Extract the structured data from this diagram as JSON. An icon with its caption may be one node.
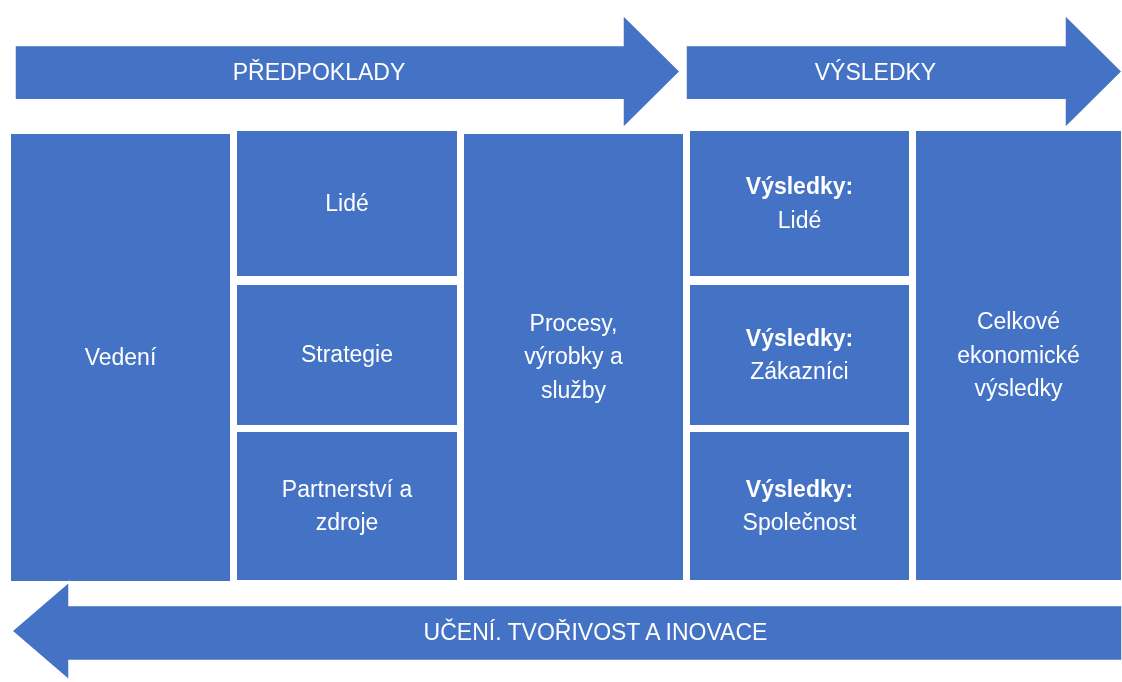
{
  "diagram": {
    "nodes": [
      {
        "text": [
          "PŘEDPOKLADY"
        ]
      },
      {
        "text": [
          "VÝSLEDKY"
        ]
      },
      {
        "text": [
          "Vedení"
        ]
      },
      {
        "text": [
          "Lidé"
        ]
      },
      {
        "text": [
          "Strategie"
        ]
      },
      {
        "text": [
          "Partnerství a zdroje"
        ]
      },
      {
        "text": [
          "Procesy, výrobky a služby"
        ]
      },
      {
        "text": [
          "Výsledky:",
          "Lidé"
        ]
      },
      {
        "text": [
          "Výsledky:",
          "Zákazníci"
        ]
      },
      {
        "text": [
          "Výsledky:",
          "Společnost"
        ]
      },
      {
        "text": [
          "Celkové ekonomické výsledky"
        ]
      },
      {
        "text": [
          "UČENÍ. TVOŘIVOST A INOVACE"
        ]
      }
    ]
  }
}
